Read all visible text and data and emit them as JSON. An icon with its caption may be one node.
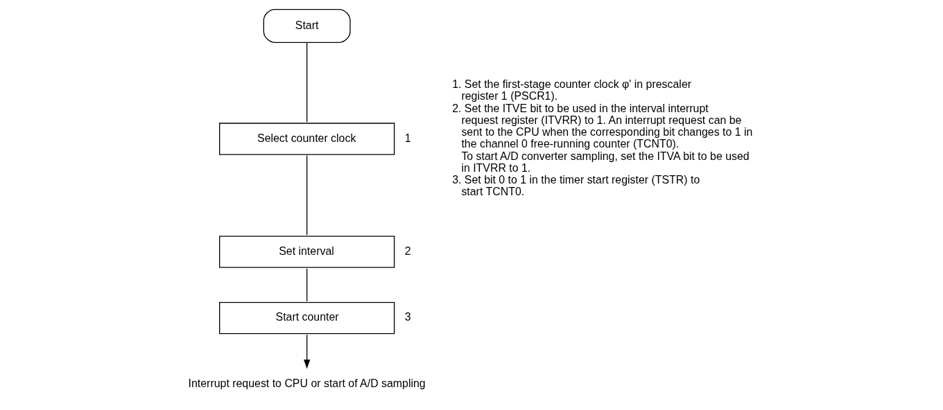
{
  "diagram": {
    "nodes": [
      {
        "text": [
          "Start"
        ]
      },
      {
        "text": [
          "Select counter clock"
        ],
        "beside": [
          "1"
        ]
      },
      {
        "text": [
          "Set interval"
        ],
        "beside": [
          "2"
        ]
      },
      {
        "text": [
          "Start counter"
        ],
        "beside": [
          "3"
        ]
      },
      {
        "text": [
          "Interrupt request to CPU or start of A/D sampling"
        ]
      }
    ],
    "edges": [
      {
        "from": 0,
        "to": 1,
        "arrow": "none"
      },
      {
        "from": 1,
        "to": 2,
        "arrow": "none"
      },
      {
        "from": 2,
        "to": 3,
        "arrow": "none"
      },
      {
        "from": 3,
        "to": 4,
        "arrow": "to"
      }
    ],
    "labels": [
      "1. Set the first-stage counter clock φ' in prescaler register 1 (PSCR1).",
      "2. Set the ITVE bit to be used in the interval interrupt request register (ITVRR) to 1. An interrupt request can be sent to the CPU when the corresponding bit changes to 1 in the channel 0 free-running counter (TCNT0).",
      "To start A/D converter sampling, set the ITVA bit to be used in ITVRR to 1.",
      "3. Set bit 0 to 1 in the timer start register (TSTR) to start TCNT0."
    ]
  }
}
